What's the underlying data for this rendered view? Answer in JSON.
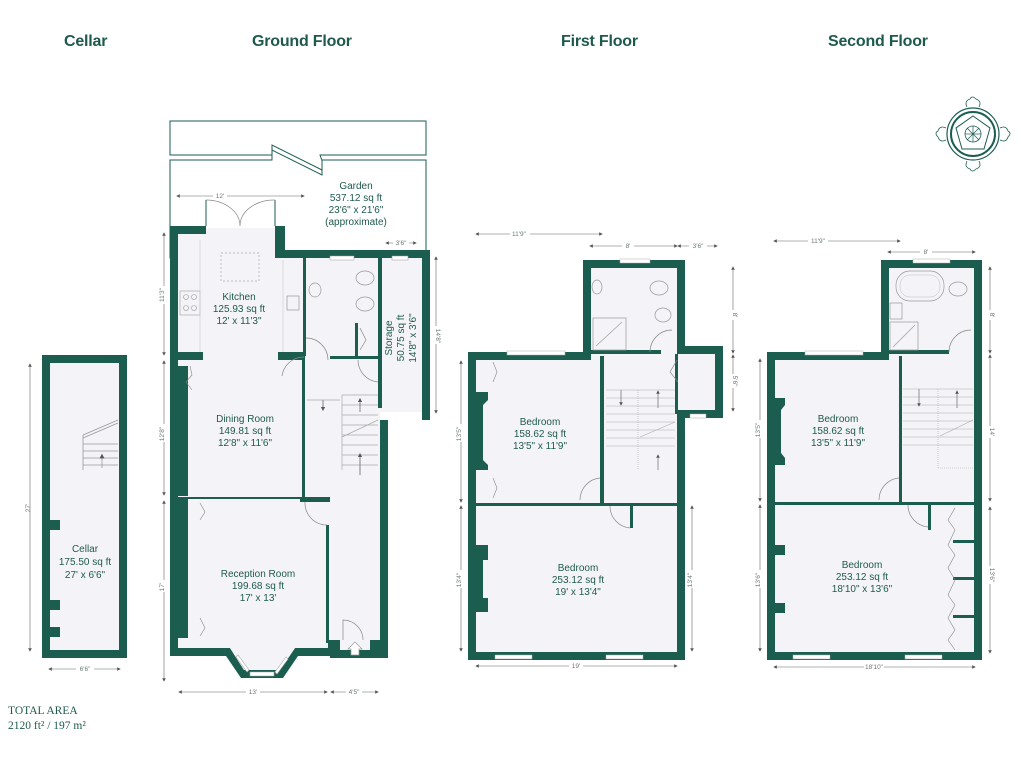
{
  "floors": {
    "cellar": {
      "title": "Cellar"
    },
    "ground": {
      "title": "Ground Floor"
    },
    "first": {
      "title": "First Floor"
    },
    "second": {
      "title": "Second Floor"
    }
  },
  "rooms": {
    "garden": {
      "name": "Garden",
      "area": "537.12 sq ft",
      "dims": "23'6\" x 21'6\"",
      "note": "(approximate)"
    },
    "kitchen": {
      "name": "Kitchen",
      "area": "125.93 sq ft",
      "dims": "12' x 11'3\""
    },
    "storage": {
      "name": "Storage",
      "area": "50.75 sq ft",
      "dims": "14'8\" x 3'6\""
    },
    "dining": {
      "name": "Dining Room",
      "area": "149.81 sq ft",
      "dims": "12'8\" x 11'6\""
    },
    "reception": {
      "name": "Reception Room",
      "area": "199.68 sq ft",
      "dims": "17' x 13'"
    },
    "cellar": {
      "name": "Cellar",
      "area": "175.50 sq ft",
      "dims": "27' x 6'6\""
    },
    "first_bed_rear": {
      "name": "Bedroom",
      "area": "158.62 sq ft",
      "dims": "13'5\" x 11'9\""
    },
    "first_bed_front": {
      "name": "Bedroom",
      "area": "253.12 sq ft",
      "dims": "19' x 13'4\""
    },
    "second_bed_rear": {
      "name": "Bedroom",
      "area": "158.62 sq ft",
      "dims": "13'5\" x 11'9\""
    },
    "second_bed_front": {
      "name": "Bedroom",
      "area": "253.12 sq ft",
      "dims": "18'10\" x 13'6\""
    }
  },
  "dimensions": {
    "ground_kitchen_width": "12'",
    "ground_storage_width": "3'6\"",
    "ground_kitchen_depth": "11'3\"",
    "ground_dining_depth": "12'8\"",
    "ground_reception_depth": "17'",
    "ground_storage_depth": "14'8\"",
    "ground_front_width": "13'",
    "ground_hall_width": "4'5\"",
    "cellar_depth": "27'",
    "cellar_width": "6'6\"",
    "first_rear_width": "11'9\"",
    "first_bath_width": "8'",
    "first_closet_width": "3'6\"",
    "first_bath_depth": "8'",
    "first_closet_depth": "5'6\"",
    "first_rear_depth": "13'5\"",
    "first_front_depth_left": "13'4\"",
    "first_front_depth_right": "13'4\"",
    "first_front_width": "19'",
    "second_rear_width": "11'9\"",
    "second_bath_width": "8'",
    "second_bath_depth": "8'",
    "second_stair_depth": "14'",
    "second_front_depth_right": "13'6\"",
    "second_rear_depth": "13'5\"",
    "second_front_depth_left": "13'6\"",
    "second_front_width": "18'10\""
  },
  "total": {
    "label": "TOTAL AREA",
    "value": "2120 ft² / 197 m²"
  },
  "colors": {
    "wall": "#1b5e50",
    "floor": "#f4f4f8",
    "text": "#1e5a4c"
  }
}
